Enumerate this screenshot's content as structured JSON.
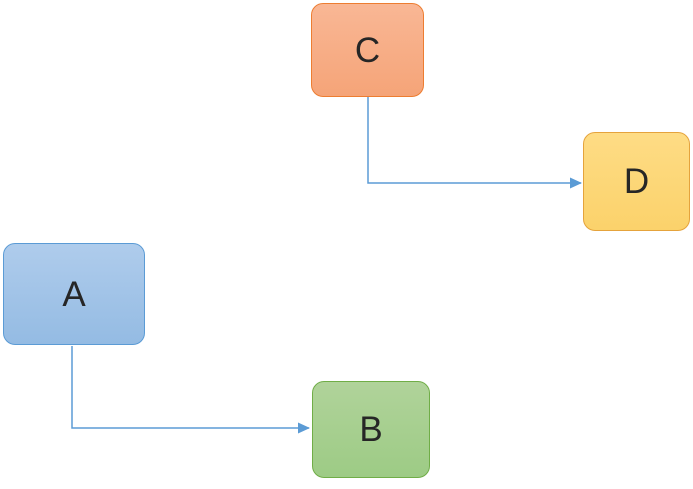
{
  "diagram": {
    "type": "flowchart",
    "background_color": "#FFFFFF",
    "connector_color": "#5B9BD5",
    "nodes": [
      {
        "id": "C",
        "label": "C",
        "color_name": "orange",
        "fill_top": "#F9B795",
        "fill_bottom": "#F5A478",
        "border_color": "#ED7D31"
      },
      {
        "id": "D",
        "label": "D",
        "color_name": "gold",
        "fill_top": "#FEDC85",
        "fill_bottom": "#FBD26B",
        "border_color": "#E5A33C"
      },
      {
        "id": "A",
        "label": "A",
        "color_name": "blue",
        "fill_top": "#AFCCEC",
        "fill_bottom": "#94BBE3",
        "border_color": "#5B9BD5"
      },
      {
        "id": "B",
        "label": "B",
        "color_name": "green",
        "fill_top": "#B0D39A",
        "fill_bottom": "#9DCB85",
        "border_color": "#70AD47"
      }
    ],
    "edges": [
      {
        "from": "C",
        "to": "D",
        "style": "elbow-down-then-right",
        "arrowhead": "filled-triangle"
      },
      {
        "from": "A",
        "to": "B",
        "style": "elbow-down-then-right",
        "arrowhead": "filled-triangle"
      }
    ]
  }
}
